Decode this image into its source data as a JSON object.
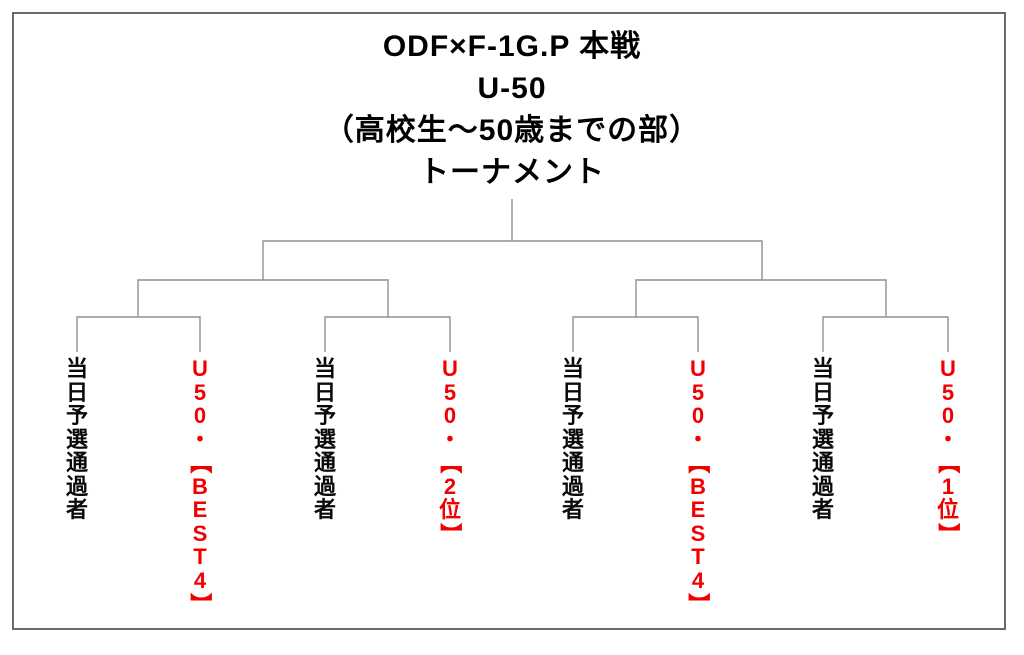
{
  "title": {
    "lines": [
      "ODF×F-1G.P 本戦",
      "U-50",
      "（高校生～50歳までの部）",
      "トーナメント"
    ]
  },
  "bracket": {
    "type": "single-elimination",
    "num_slots": 8,
    "leaves": [
      {
        "label": "当日予選通過者",
        "color": "black"
      },
      {
        "label": "U50・【BEST4】",
        "color": "red"
      },
      {
        "label": "当日予選通過者",
        "color": "black"
      },
      {
        "label": "U50・【2位】",
        "color": "red"
      },
      {
        "label": "当日予選通過者",
        "color": "black"
      },
      {
        "label": "U50・【BEST4】",
        "color": "red"
      },
      {
        "label": "当日予選通過者",
        "color": "black"
      },
      {
        "label": "U50・【1位】",
        "color": "red"
      }
    ]
  },
  "colors": {
    "red": "#f20000",
    "black": "#0a0a0a",
    "line": "#909090",
    "frame": "#6a6a6a"
  }
}
